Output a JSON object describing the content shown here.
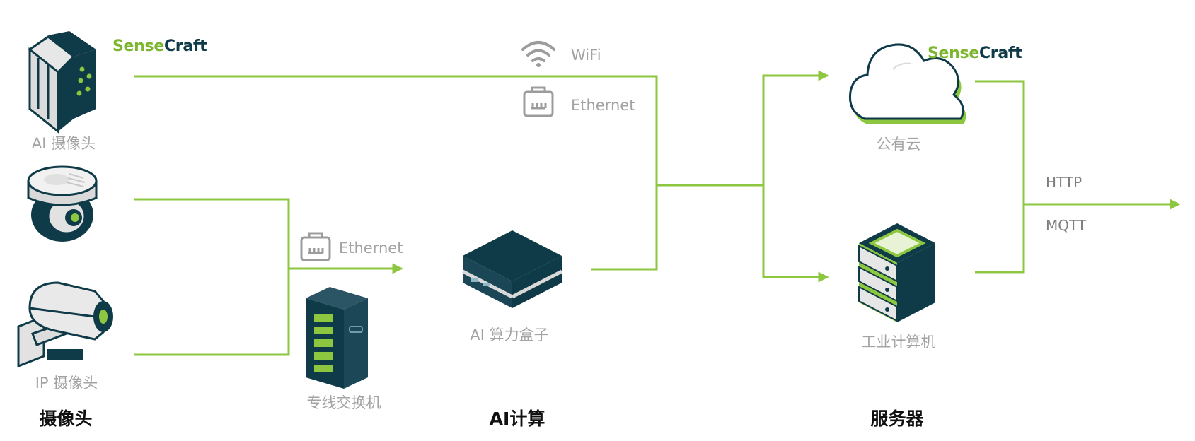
{
  "colors": {
    "line": "#8dc63f",
    "dark": "#0f3a48",
    "grey": "#a3a3a3",
    "heading": "#111111"
  },
  "brand": {
    "part1": "Sense",
    "part2": "Craft"
  },
  "devices": {
    "ai_camera": {
      "label": "AI 摄像头",
      "icon": "ai-camera-icon"
    },
    "dome_camera": {
      "icon": "dome-camera-icon"
    },
    "ip_camera": {
      "label": "IP 摄像头",
      "icon": "bullet-camera-icon"
    },
    "switch": {
      "label": "专线交换机",
      "icon": "switch-rack-icon"
    },
    "ai_box": {
      "label": "AI 算力盒子",
      "icon": "compute-box-icon"
    },
    "public_cloud": {
      "label": "公有云",
      "icon": "cloud-icon"
    },
    "industrial_pc": {
      "label": "工业计算机",
      "icon": "server-stack-icon"
    }
  },
  "links": {
    "wifi": {
      "label": "WiFi",
      "icon": "wifi-icon"
    },
    "ethernet_top": {
      "label": "Ethernet",
      "icon": "ethernet-port-icon"
    },
    "ethernet_mid": {
      "label": "Ethernet",
      "icon": "ethernet-port-icon"
    }
  },
  "protocols": {
    "http": "HTTP",
    "mqtt": "MQTT"
  },
  "columns": {
    "camera": "摄像头",
    "compute": "AI计算",
    "server": "服务器"
  }
}
